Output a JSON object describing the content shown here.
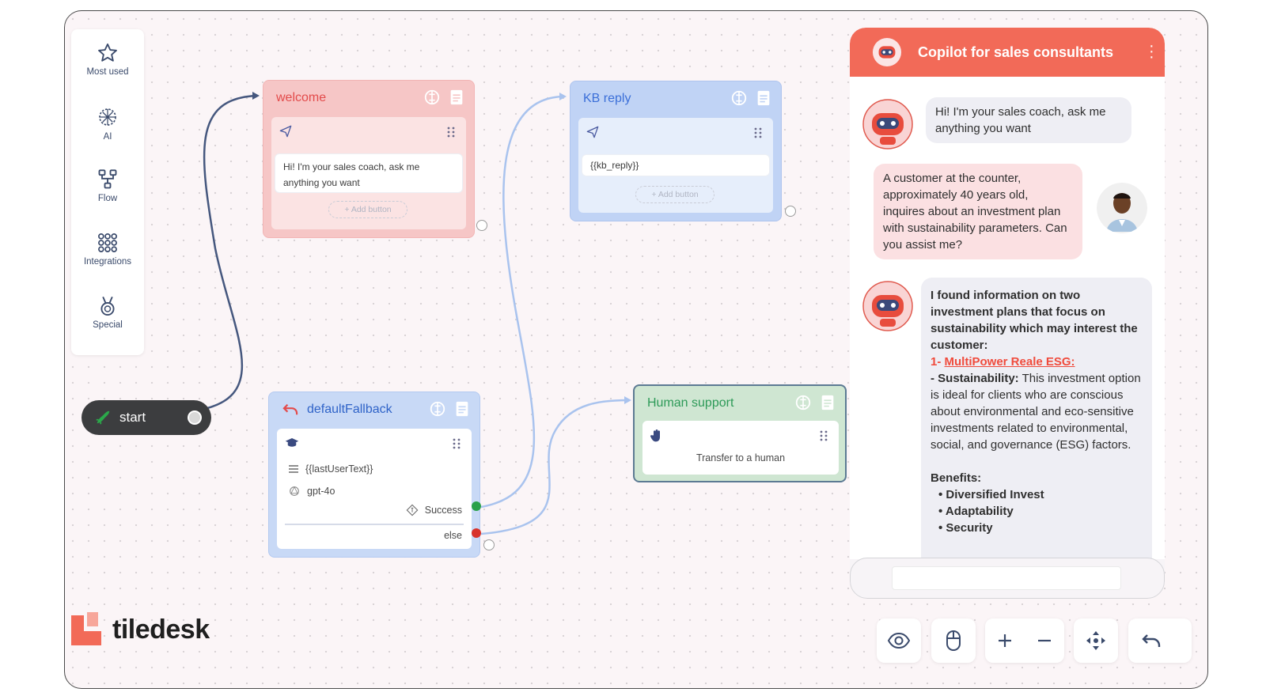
{
  "toolbar": {
    "items": [
      {
        "label": "Most used",
        "icon": "star-icon"
      },
      {
        "label": "AI",
        "icon": "brain-icon"
      },
      {
        "label": "Flow",
        "icon": "flow-icon"
      },
      {
        "label": "Integrations",
        "icon": "grid-icon"
      },
      {
        "label": "Special",
        "icon": "medal-icon"
      }
    ]
  },
  "start_node": {
    "label": "start"
  },
  "blocks": {
    "welcome": {
      "title": "welcome",
      "message": "Hi! I'm your sales coach, ask me anything you want",
      "add_button": "+ Add button"
    },
    "kb_reply": {
      "title": "KB reply",
      "message": "{{kb_reply}}",
      "add_button": "+ Add button"
    },
    "default_fallback": {
      "title": "defaultFallback",
      "question": "{{lastUserText}}",
      "model": "gpt-4o",
      "success_label": "Success",
      "else_label": "else"
    },
    "human_support": {
      "title": "Human support",
      "action": "Transfer to a human"
    }
  },
  "chat": {
    "title": "Copilot for sales consultants",
    "messages": {
      "bot_1": "Hi! I'm your sales coach, ask me anything you want",
      "user_1": "A customer at the counter, approximately 40 years old, inquires about an investment plan with sustainability parameters. Can you assist me?",
      "bot_2_intro": "I found information on two investment plans that focus on sustainability which may interest the customer:",
      "bot_2_link_prefix": "1- ",
      "bot_2_link": "MultiPower Reale ESG:",
      "bot_2_sustainability_label": "- Sustainability:",
      "bot_2_sustainability_text": " This investment option is ideal for clients who are conscious about environmental and eco-sensitive investments related to environmental, social, and governance (ESG) factors.",
      "bot_2_benefits_label": "Benefits:",
      "bot_2_benefits": [
        "Diversified Invest",
        "Adaptability",
        "Security"
      ]
    },
    "input": {
      "value": ""
    }
  },
  "logo": {
    "text": "tiledesk"
  },
  "colors": {
    "accent": "#f26a58",
    "welcome": "#f6c6c6",
    "kb_reply": "#c0d3f5",
    "fallback": "#c8d9f6",
    "human_support": "#cfe6d2",
    "success_port": "#2aa14a",
    "else_port": "#d8322b"
  }
}
